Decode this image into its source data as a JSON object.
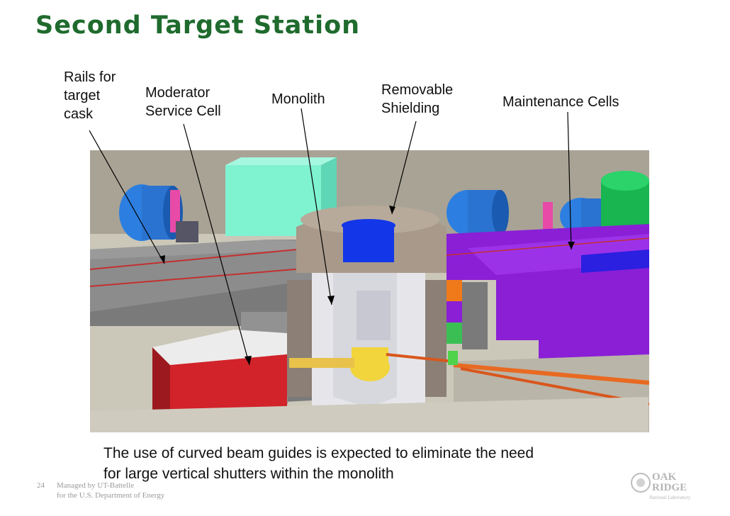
{
  "slide": {
    "title": "Second Target Station",
    "caption_line1": "The use of curved beam guides is expected to eliminate the need",
    "caption_line2": "for large vertical shutters within the monolith",
    "page_number": "24",
    "footer_line1": "Managed by UT-Battelle",
    "footer_line2": "for the U.S. Department of Energy",
    "logo_text_line1": "OAK",
    "logo_text_line2": "RIDGE",
    "logo_text_line3": "National Laboratory"
  },
  "labels": {
    "rails": [
      "Rails for",
      "target",
      "cask"
    ],
    "moderator": [
      "Moderator",
      "Service Cell"
    ],
    "monolith": "Monolith",
    "shielding": [
      "Removable",
      "Shielding"
    ],
    "maintenance": "Maintenance Cells"
  },
  "colors": {
    "title": "#1f6b2e",
    "floor": "#cbc7b9",
    "wall": "#8c8c8c",
    "service_cell": "#d2232a",
    "maintenance_cell": "#8a1fd6",
    "shielding_ring": "#a8998a",
    "monolith_core": "#1236e8",
    "target_vessel": "#f2d43c"
  }
}
